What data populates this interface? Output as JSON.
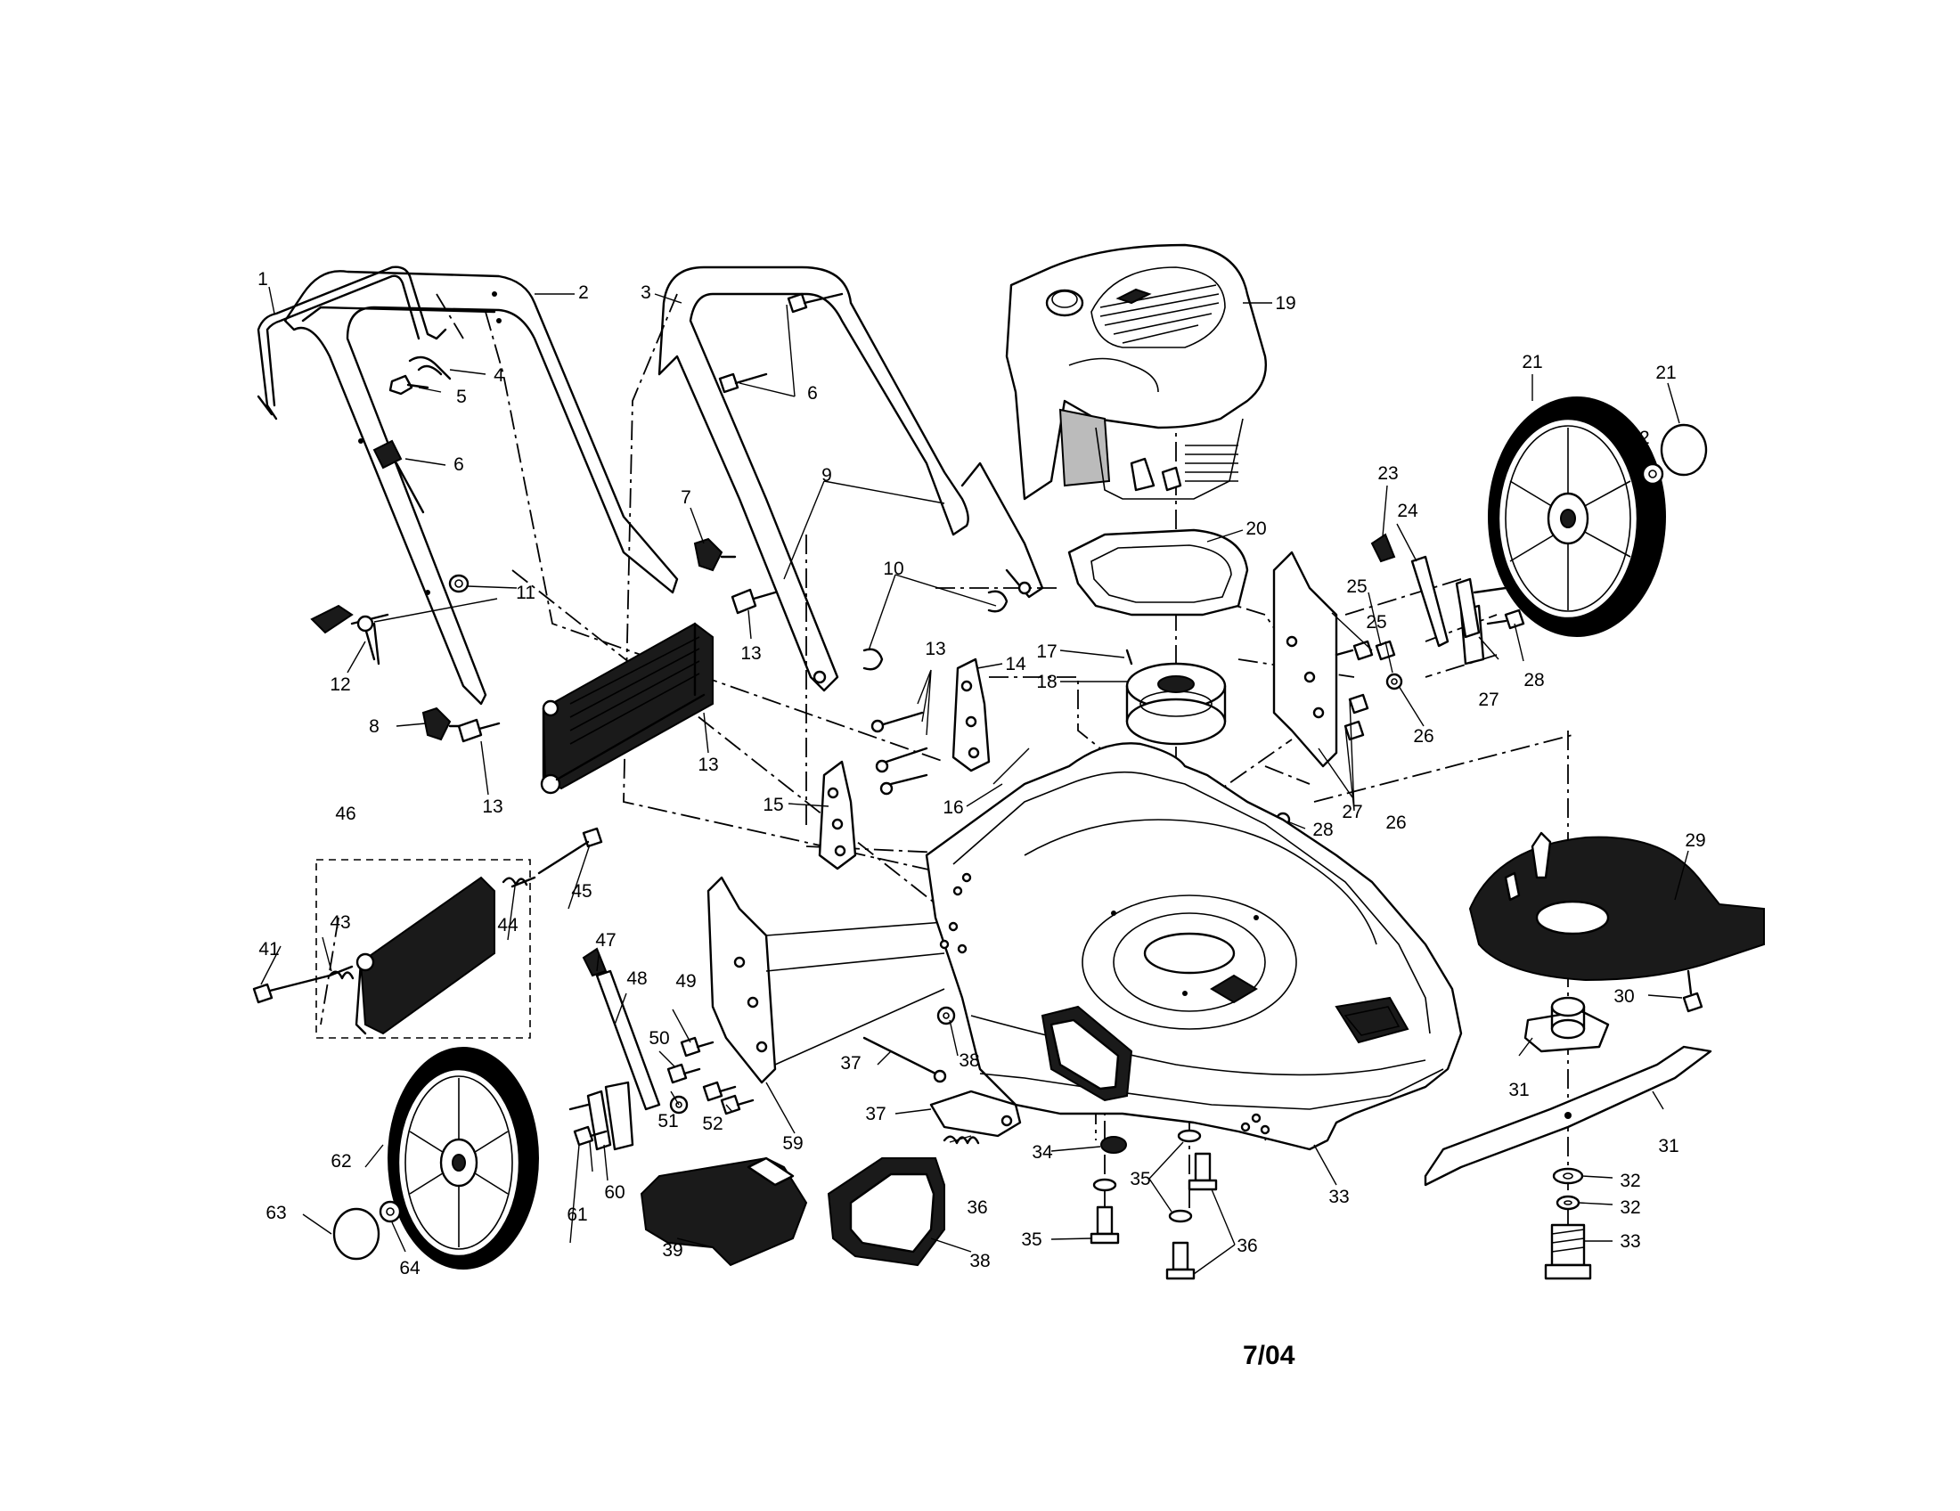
{
  "revision": "7/04",
  "callouts": [
    "1",
    "2",
    "3",
    "4",
    "5",
    "6",
    "6",
    "7",
    "8",
    "9",
    "10",
    "11",
    "12",
    "13",
    "13",
    "13",
    "13",
    "14",
    "15",
    "16",
    "17",
    "18",
    "19",
    "20",
    "21",
    "21",
    "22",
    "23",
    "24",
    "25",
    "25",
    "26",
    "26",
    "27",
    "27",
    "28",
    "28",
    "29",
    "30",
    "31",
    "31",
    "32",
    "32",
    "33",
    "33",
    "34",
    "35",
    "35",
    "36",
    "36",
    "37",
    "37",
    "38",
    "38",
    "39",
    "41",
    "43",
    "44",
    "45",
    "46",
    "47",
    "48",
    "49",
    "50",
    "51",
    "52",
    "59",
    "60",
    "61",
    "62",
    "63",
    "64"
  ]
}
